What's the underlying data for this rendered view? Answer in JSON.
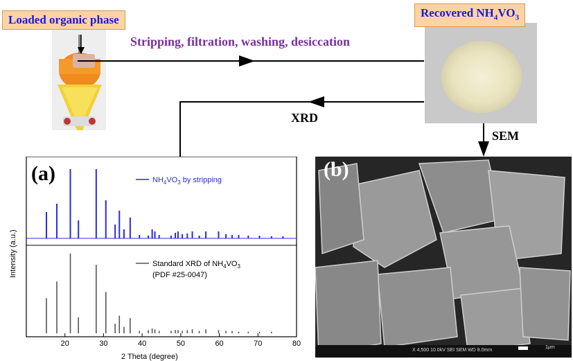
{
  "labels": {
    "loaded_phase": "Loaded organic phase",
    "recovered_prefix": "Recovered NH",
    "recovered_sub4": "4",
    "recovered_suffix": "VO",
    "recovered_sub3": "3",
    "process": "Stripping, filtration, washing, desiccation",
    "xrd": "XRD",
    "sem": "SEM"
  },
  "panel_a": {
    "letter": "(a)",
    "legend_top_prefix": "NH",
    "legend_top_sub4": "4",
    "legend_top_mid": "VO",
    "legend_top_sub3": "3",
    "legend_top_suffix": " by stripping",
    "legend_bottom_line1_prefix": "Standard XRD of NH",
    "legend_bottom_line1_sub4": "4",
    "legend_bottom_line1_mid": "VO",
    "legend_bottom_line1_sub3": "3",
    "legend_bottom_line2": "(PDF #25-0047)",
    "ylabel": "Intensity (a.u.)",
    "xlabel": "2 Theta (degree)"
  },
  "panel_b": {
    "letter": "(b)",
    "scale_text": "X 4,500    10.0kV SEI      SEM      WD 8.0mm",
    "scale_bar_label": "1μm"
  },
  "colors": {
    "label_fill": "#fbd3a6",
    "label_text": "#1a1ad8",
    "process_text": "#7a2fa0",
    "stripped_series": "#2a2ae0",
    "standard_series": "#555555"
  },
  "chart_data": {
    "type": "bar",
    "xlabel": "2 Theta (degree)",
    "ylabel": "Intensity (a.u.)",
    "xlim": [
      10,
      80
    ],
    "xticks": [
      20,
      30,
      40,
      50,
      60,
      70,
      80
    ],
    "series": [
      {
        "name": "NH4VO3 by stripping",
        "peaks": [
          [
            15.2,
            0.38
          ],
          [
            17.9,
            0.5
          ],
          [
            21.4,
            1.0
          ],
          [
            23.5,
            0.26
          ],
          [
            28.1,
            1.0
          ],
          [
            30.6,
            0.55
          ],
          [
            33.0,
            0.2
          ],
          [
            34.1,
            0.4
          ],
          [
            35.3,
            0.13
          ],
          [
            36.9,
            0.3
          ],
          [
            39.3,
            0.05
          ],
          [
            41.6,
            0.04
          ],
          [
            42.6,
            0.13
          ],
          [
            43.3,
            0.1
          ],
          [
            44.4,
            0.05
          ],
          [
            47.5,
            0.04
          ],
          [
            48.6,
            0.08
          ],
          [
            49.3,
            0.1
          ],
          [
            50.4,
            0.06
          ],
          [
            51.7,
            0.07
          ],
          [
            53.0,
            0.1
          ],
          [
            54.8,
            0.04
          ],
          [
            56.5,
            0.1
          ],
          [
            59.8,
            0.1
          ],
          [
            61.7,
            0.06
          ],
          [
            63.3,
            0.05
          ],
          [
            65.0,
            0.05
          ],
          [
            67.5,
            0.04
          ],
          [
            70.4,
            0.04
          ],
          [
            73.5,
            0.03
          ],
          [
            76.5,
            0.03
          ]
        ]
      },
      {
        "name": "Standard XRD of NH4VO3 (PDF #25-0047)",
        "peaks": [
          [
            15.2,
            0.44
          ],
          [
            17.9,
            0.65
          ],
          [
            21.4,
            1.0
          ],
          [
            23.5,
            0.2
          ],
          [
            28.1,
            0.86
          ],
          [
            30.6,
            0.52
          ],
          [
            33.0,
            0.12
          ],
          [
            34.1,
            0.22
          ],
          [
            35.3,
            0.08
          ],
          [
            36.9,
            0.19
          ],
          [
            39.3,
            0.03
          ],
          [
            41.6,
            0.04
          ],
          [
            42.6,
            0.06
          ],
          [
            43.3,
            0.05
          ],
          [
            44.4,
            0.03
          ],
          [
            47.5,
            0.03
          ],
          [
            48.6,
            0.04
          ],
          [
            49.3,
            0.04
          ],
          [
            50.4,
            0.03
          ],
          [
            51.7,
            0.04
          ],
          [
            53.0,
            0.05
          ],
          [
            54.8,
            0.03
          ],
          [
            56.5,
            0.05
          ],
          [
            59.8,
            0.04
          ],
          [
            61.7,
            0.03
          ],
          [
            63.3,
            0.03
          ],
          [
            65.0,
            0.02
          ],
          [
            67.5,
            0.02
          ],
          [
            70.4,
            0.02
          ],
          [
            73.5,
            0.02
          ]
        ]
      }
    ]
  }
}
